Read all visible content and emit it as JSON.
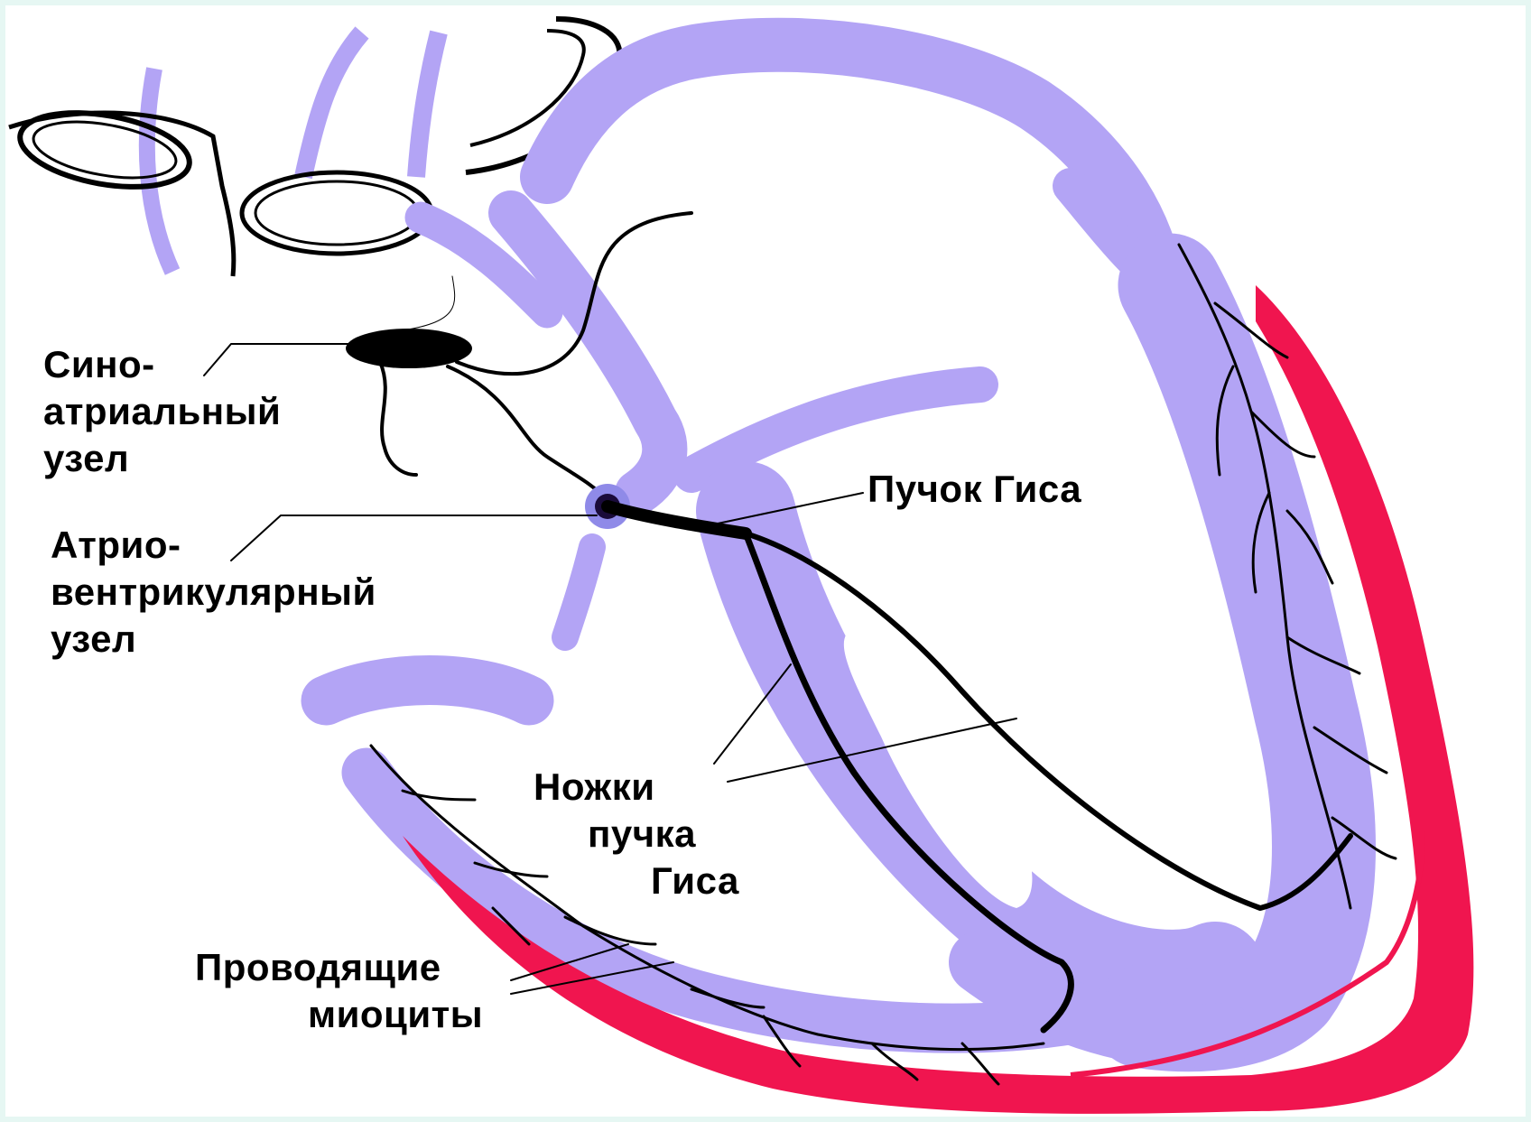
{
  "colors": {
    "background": "#e6f7f3",
    "wall": "#b3a4f5",
    "epicardium": "#f0154f",
    "conduction": "#000000"
  },
  "labels": {
    "sa_node": [
      "Сино-",
      "атриальный",
      "узел"
    ],
    "av_node": [
      "Атрио-",
      "вентрикулярный",
      "узел"
    ],
    "his_bundle": "Пучок Гиса",
    "bundle_branches": [
      "Ножки",
      "пучка",
      "Гиса"
    ],
    "purkinje": [
      "Проводящие",
      "миоциты"
    ]
  }
}
